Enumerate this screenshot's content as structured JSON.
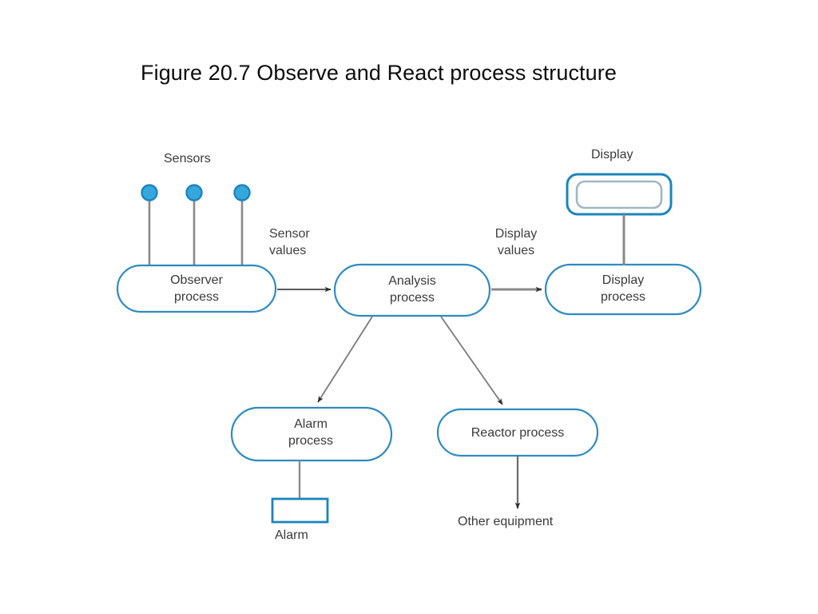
{
  "slide": {
    "title": "Figure 20.7 Observe and React process structure",
    "background": "#ffffff"
  },
  "colors": {
    "node_stroke": "#2E8BC0",
    "node_fill": "#ffffff",
    "sensor_fill": "#35A7DD",
    "sensor_ring": "#1B7FB8",
    "connector": "#808080",
    "arrow": "#3f3f3f",
    "text": "#3a3a3a",
    "title_text": "#0d0d0d",
    "display_inner_stroke": "#9FB6C4"
  },
  "diagram": {
    "type": "process-structure",
    "nodes": [
      {
        "id": "observer",
        "label": "Observer\nprocess",
        "shape": "stadium"
      },
      {
        "id": "analysis",
        "label": "Analysis\nprocess",
        "shape": "stadium"
      },
      {
        "id": "display_process",
        "label": "Display\nprocess",
        "shape": "stadium"
      },
      {
        "id": "alarm_process",
        "label": "Alarm\nprocess",
        "shape": "stadium"
      },
      {
        "id": "reactor_process",
        "label": "Reactor process",
        "shape": "stadium"
      },
      {
        "id": "display_device",
        "label": "",
        "shape": "screen"
      },
      {
        "id": "alarm_device",
        "label": "",
        "shape": "rectangle"
      }
    ],
    "captions": {
      "sensors": "Sensors",
      "display": "Display",
      "alarm": "Alarm",
      "other_equipment": "Other equipment"
    },
    "edge_labels": {
      "sensor_values": "Sensor\nvalues",
      "display_values": "Display\nvalues"
    },
    "sensor_count": 3,
    "edges": [
      {
        "from": "sensors",
        "to": "observer",
        "style": "plain-line"
      },
      {
        "from": "observer",
        "to": "analysis",
        "style": "arrow",
        "label": "Sensor values"
      },
      {
        "from": "analysis",
        "to": "display_process",
        "style": "arrow",
        "label": "Display values"
      },
      {
        "from": "analysis",
        "to": "alarm_process",
        "style": "arrow"
      },
      {
        "from": "analysis",
        "to": "reactor_process",
        "style": "arrow"
      },
      {
        "from": "display_device",
        "to": "display_process",
        "style": "plain-line"
      },
      {
        "from": "alarm_process",
        "to": "alarm_device",
        "style": "plain-line"
      },
      {
        "from": "reactor_process",
        "to": "other_equipment",
        "style": "arrow"
      }
    ]
  }
}
